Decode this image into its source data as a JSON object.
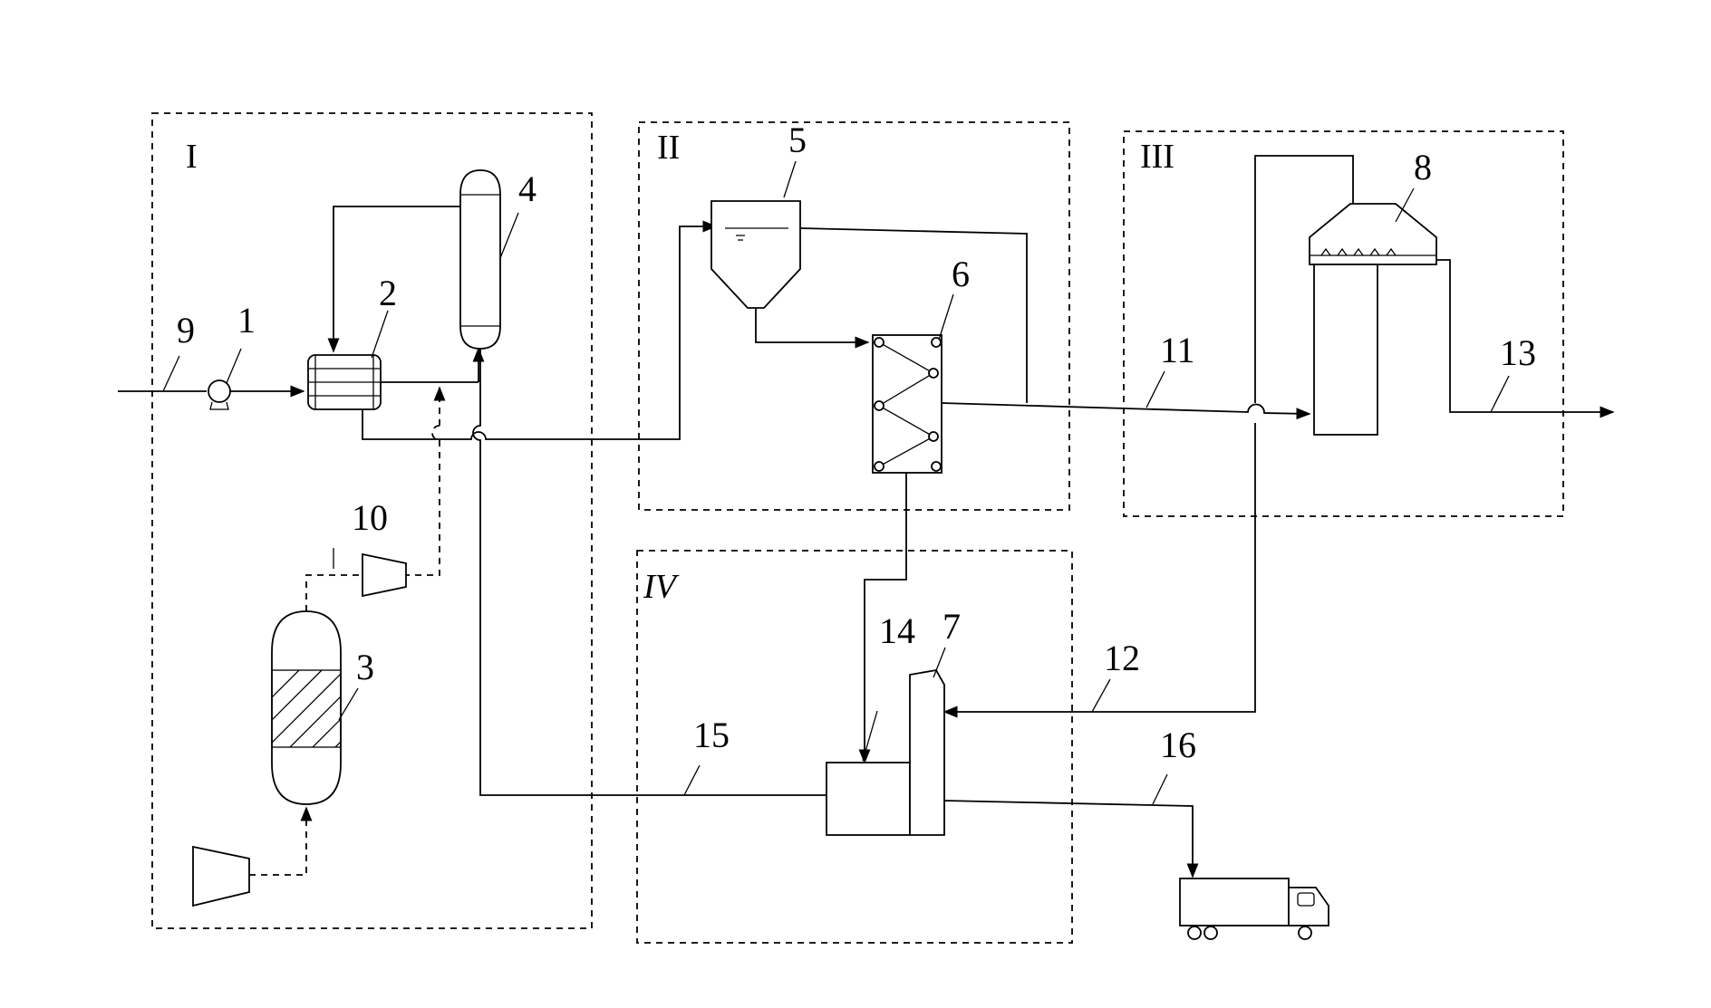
{
  "diagram": {
    "zones": [
      {
        "id": "I",
        "label": "I"
      },
      {
        "id": "II",
        "label": "II"
      },
      {
        "id": "III",
        "label": "III"
      },
      {
        "id": "IV",
        "label": "IV"
      }
    ],
    "labels": {
      "n1": "1",
      "n2": "2",
      "n3": "3",
      "n4": "4",
      "n5": "5",
      "n6": "6",
      "n7": "7",
      "n8": "8",
      "n9": "9",
      "n10": "10",
      "n11": "11",
      "n12": "12",
      "n13": "13",
      "n14": "14",
      "n15": "15",
      "n16": "16"
    }
  }
}
